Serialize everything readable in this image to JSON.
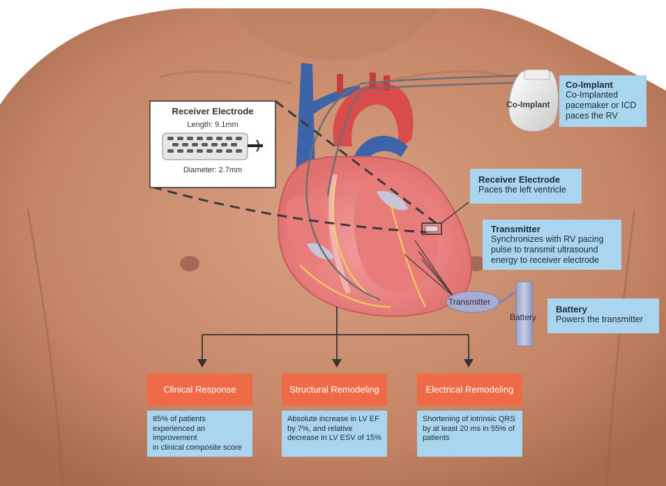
{
  "receiver_inset": {
    "title": "Receiver Electrode",
    "length": "Length: 9.1mm",
    "diameter": "Diameter: 2.7mm"
  },
  "co_implant": {
    "device_label": "Co-Implant",
    "title": "Co-Implant",
    "lines": [
      "Co-Implanted",
      "pacemaker or ICD",
      "paces the RV"
    ]
  },
  "receiver_electrode": {
    "title": "Receiver Electrode",
    "desc": "Paces the left ventricle"
  },
  "transmitter": {
    "device_label": "Transmitter",
    "title": "Transmitter",
    "lines": [
      "Synchronizes with RV pacing",
      "pulse to transmit ultrasound",
      "energy to receiver electrode"
    ]
  },
  "battery": {
    "device_label": "Battery",
    "title": "Battery",
    "desc": "Powers the transmitter"
  },
  "outcomes": [
    {
      "title": "Clinical Response",
      "lines": [
        "85% of patients",
        "experienced an improvement",
        "in clinical composite score"
      ]
    },
    {
      "title": "Structural Remodeling",
      "lines": [
        "Absolute increase in LV EF",
        "by 7%, and relative",
        "decrease in LV ESV of 15%"
      ]
    },
    {
      "title": "Electrical Remodeling",
      "lines": [
        "Shortening of intrinsic QRS",
        "by at least 20 ms in 55% of",
        "patients"
      ]
    }
  ],
  "colors": {
    "skin": "#c98d6e",
    "box_blue": "#a9d6ee",
    "outcome_orange": "#ef6a46",
    "heart_red": "#d94c4c",
    "vessel_blue": "#3d64a8"
  }
}
